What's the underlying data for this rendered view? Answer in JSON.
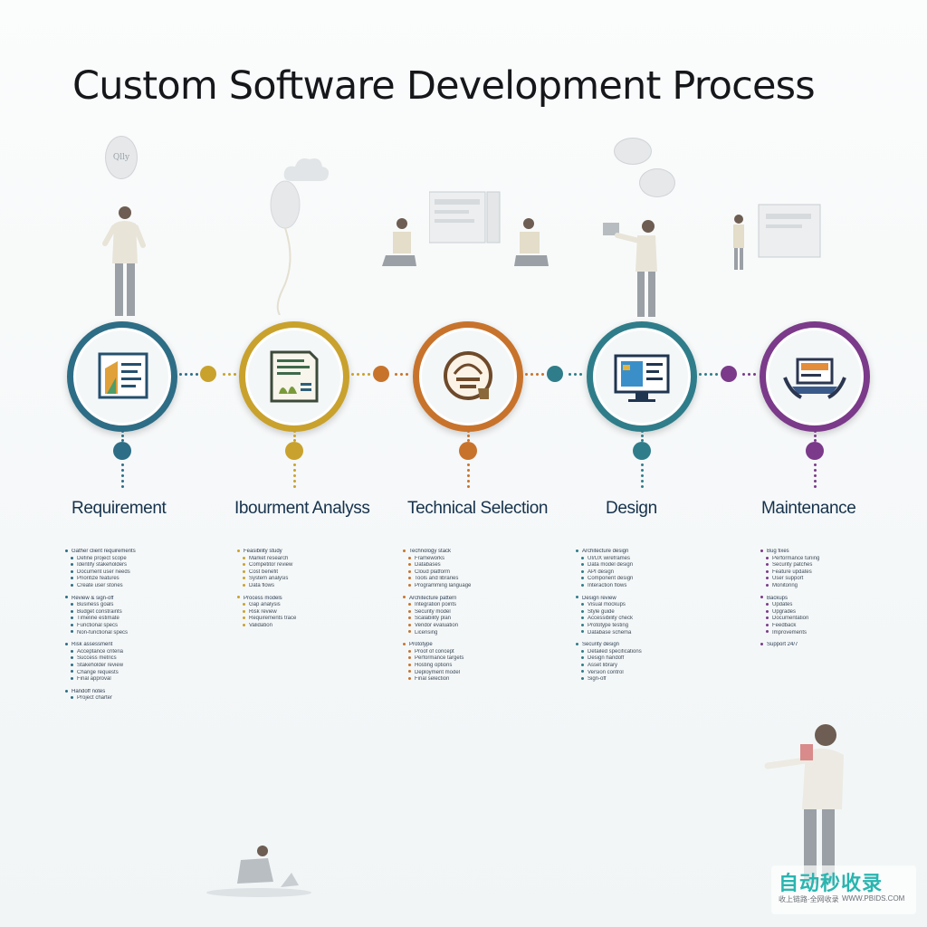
{
  "title": "Custom Software Development Process",
  "stages": [
    {
      "label": "Requirement",
      "color": "#2e6d86",
      "icon": "document-chart-icon",
      "details": [
        "Gather client requirements",
        "Define project scope",
        "Identify stakeholders",
        "Document user needs",
        "Prioritize features",
        "Create user stories",
        "Review & sign-off",
        "Business goals",
        "Budget constraints",
        "Timeline estimate",
        "Functional specs",
        "Non-functional specs",
        "Risk assessment",
        "Acceptance criteria",
        "Success metrics",
        "Stakeholder review",
        "Change requests",
        "Final approval",
        "Handoff notes",
        "Project charter"
      ]
    },
    {
      "label": "Ibourment Analyss",
      "color": "#c9a22d",
      "icon": "analysis-report-icon",
      "details": [
        "Feasibility study",
        "Market research",
        "Competitor review",
        "Cost benefit",
        "System analysis",
        "Data flows",
        "Process models",
        "Gap analysis",
        "Risk review",
        "Requirements trace",
        "Validation"
      ]
    },
    {
      "label": "Technical Selection",
      "color": "#c8732c",
      "icon": "tech-stack-icon",
      "details": [
        "Technology stack",
        "Frameworks",
        "Databases",
        "Cloud platform",
        "Tools and libraries",
        "Programming language",
        "Architecture pattern",
        "Integration points",
        "Security model",
        "Scalability plan",
        "Vendor evaluation",
        "Licensing",
        "Prototype",
        "Proof of concept",
        "Performance targets",
        "Hosting options",
        "Deployment model",
        "Final selection"
      ]
    },
    {
      "label": "Design",
      "color": "#2f7d8a",
      "icon": "monitor-design-icon",
      "details": [
        "Architecture design",
        "UI/UX wireframes",
        "Data model design",
        "API design",
        "Component design",
        "Interaction flows",
        "Design review",
        "Visual mockups",
        "Style guide",
        "Accessibility check",
        "Prototype testing",
        "Database schema",
        "Security design",
        "Detailed specifications",
        "Design handoff",
        "Asset library",
        "Version control",
        "Sign-off"
      ]
    },
    {
      "label": "Maintenance",
      "color": "#7b3a8a",
      "icon": "hands-laptop-icon",
      "details": [
        "Bug fixes",
        "Performance tuning",
        "Security patches",
        "Feature updates",
        "User support",
        "Monitoring",
        "Backups",
        "Updates",
        "Upgrades",
        "Documentation",
        "Feedback",
        "Improvements",
        "Support 24/7"
      ]
    }
  ],
  "watermark": {
    "brand": "自动秒收录",
    "url": "WWW.PBIDS.COM",
    "caption": "收上链路·全网收录"
  },
  "bubble_text": "Qlly"
}
